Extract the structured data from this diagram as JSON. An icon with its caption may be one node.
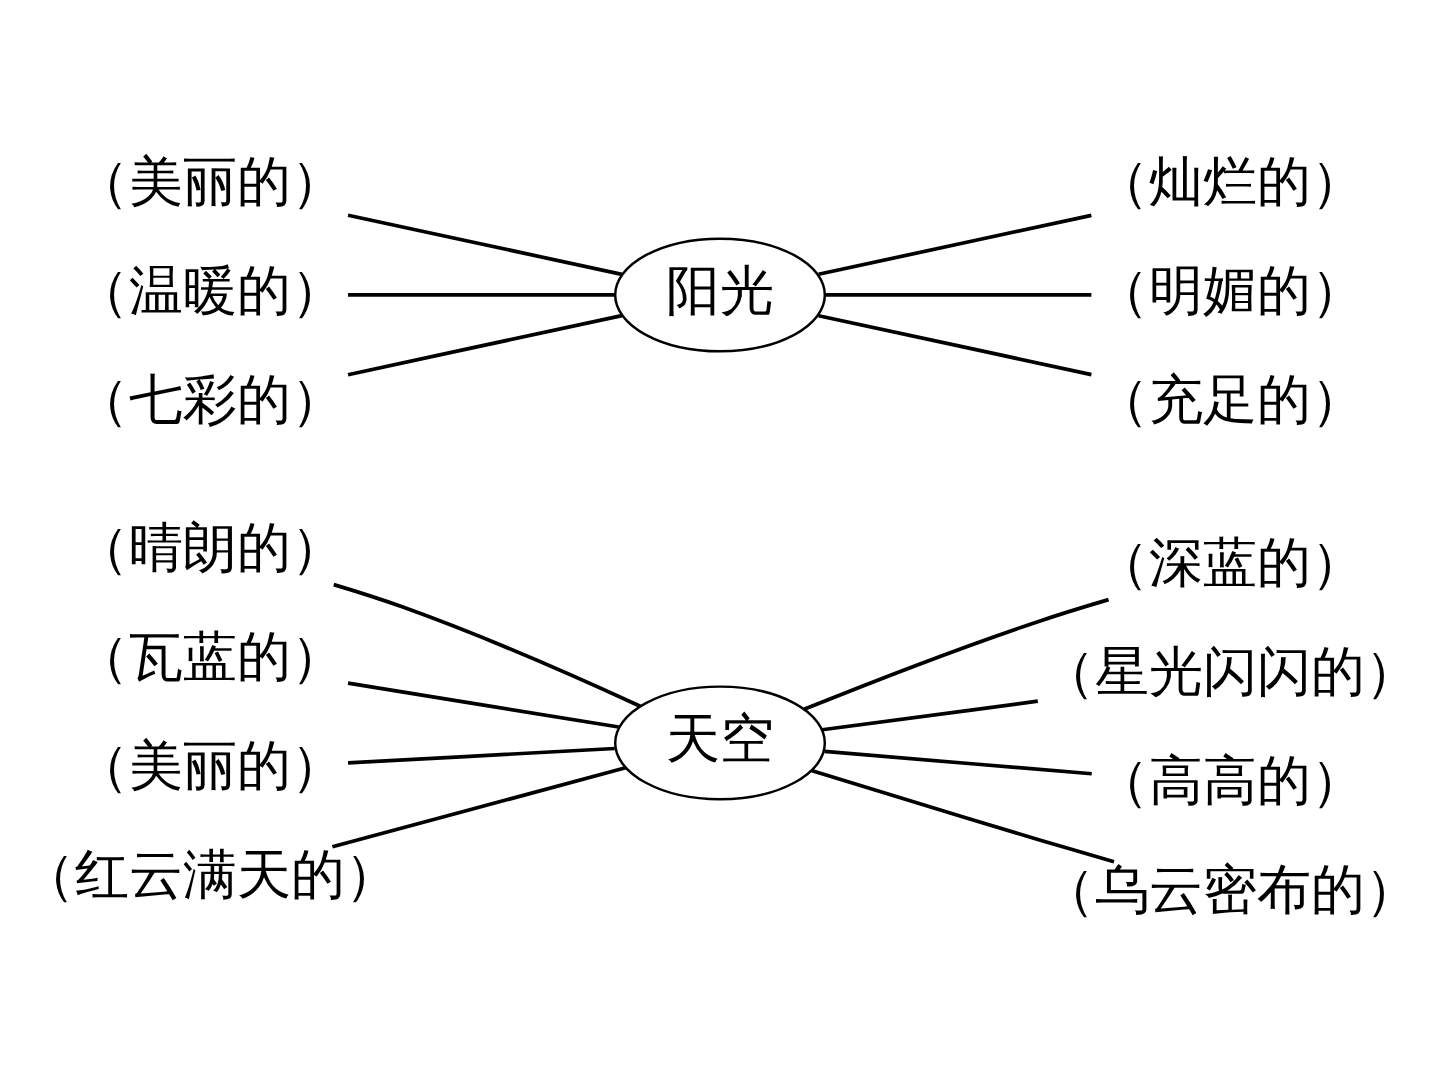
{
  "diagram": {
    "nodes": [
      {
        "text": [
          "天空"
        ]
      },
      {
        "text": [
          "（晴朗的）"
        ]
      },
      {
        "text": [
          "（瓦蓝的）"
        ]
      },
      {
        "text": [
          "（美丽的）"
        ]
      },
      {
        "text": [
          "（红云满天的）"
        ]
      },
      {
        "text": [
          "（深蓝的）"
        ]
      },
      {
        "text": [
          "（星光闪闪的）"
        ]
      },
      {
        "text": [
          "（高高的）"
        ]
      },
      {
        "text": [
          "（乌云密布的）"
        ]
      },
      {
        "text": [
          "阳光"
        ]
      },
      {
        "text": [
          "（美丽的）"
        ]
      },
      {
        "text": [
          "（温暖的）"
        ]
      },
      {
        "text": [
          "（七彩的）"
        ]
      },
      {
        "text": [
          "（灿烂的）"
        ]
      },
      {
        "text": [
          "（明媚的）"
        ]
      },
      {
        "text": [
          "（充足的）"
        ]
      }
    ],
    "edges": [
      {
        "from": 1,
        "to": 0,
        "arrow": "none"
      },
      {
        "from": 2,
        "to": 0,
        "arrow": "none"
      },
      {
        "from": 3,
        "to": 0,
        "arrow": "none"
      },
      {
        "from": 4,
        "to": 0,
        "arrow": "none"
      },
      {
        "from": 0,
        "to": 5,
        "arrow": "none"
      },
      {
        "from": 0,
        "to": 6,
        "arrow": "none"
      },
      {
        "from": 0,
        "to": 7,
        "arrow": "none"
      },
      {
        "from": 0,
        "to": 8,
        "arrow": "none"
      },
      {
        "from": 10,
        "to": 9,
        "arrow": "none"
      },
      {
        "from": 11,
        "to": 9,
        "arrow": "none"
      },
      {
        "from": 12,
        "to": 9,
        "arrow": "none"
      },
      {
        "from": 9,
        "to": 13,
        "arrow": "none"
      },
      {
        "from": 9,
        "to": 14,
        "arrow": "none"
      },
      {
        "from": 9,
        "to": 15,
        "arrow": "none"
      }
    ]
  }
}
